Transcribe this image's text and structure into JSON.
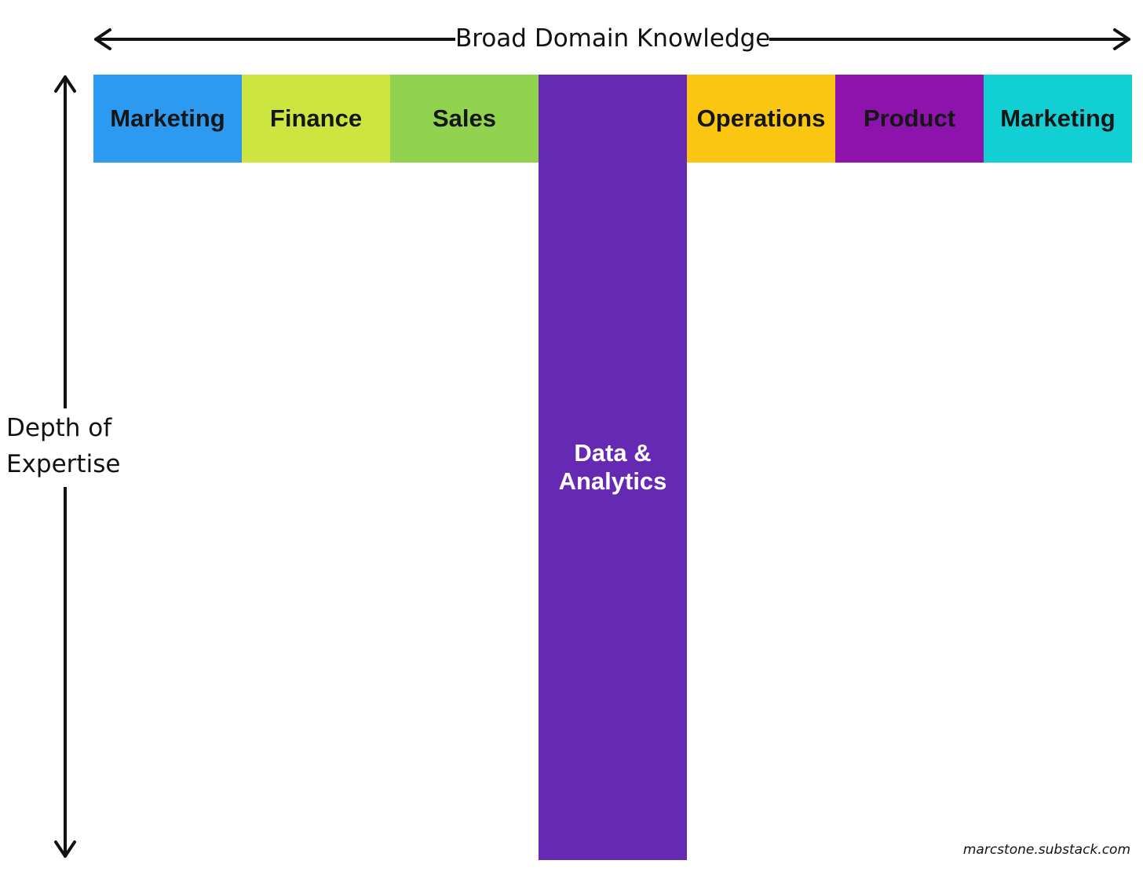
{
  "axes": {
    "horizontal_label": "Broad Domain Knowledge",
    "vertical_label_line1": "Depth of",
    "vertical_label_line2": "Expertise"
  },
  "domains": [
    {
      "label": "Marketing",
      "color": "#2b9af0"
    },
    {
      "label": "Finance",
      "color": "#cde63f"
    },
    {
      "label": "Sales",
      "color": "#91d24f"
    },
    {
      "label": "",
      "color": "#6529b3"
    },
    {
      "label": "Operations",
      "color": "#fac611"
    },
    {
      "label": "Product",
      "color": "#8e13ad"
    },
    {
      "label": "Marketing",
      "color": "#12cfd3"
    }
  ],
  "stem": {
    "line1": "Data &",
    "line2": "Analytics",
    "color": "#6529b3"
  },
  "credit": "marcstone.substack.com",
  "icons": {
    "horizontal_arrow": "double-headed-arrow-horizontal",
    "vertical_arrow": "double-headed-arrow-vertical"
  }
}
